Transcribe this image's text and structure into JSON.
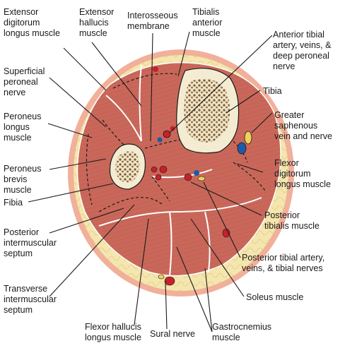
{
  "labels": {
    "extensor_digitorum": "Extensor\ndigitorum\nlongus muscle",
    "extensor_hallucis": "Extensor\nhallucis\nmuscle",
    "interosseous": "Interosseous\nmembrane",
    "tibialis_anterior": "Tibialis\nanterior\nmuscle",
    "anterior_tibial_artery": "Anterior tibial\nartery, veins, &\ndeep peroneal\nnerve",
    "superficial_peroneal": "Superficial\nperoneal\nnerve",
    "tibia": "Tibia",
    "peroneus_longus": "Peroneus\nlongus\nmuscle",
    "greater_saphenous": "Greater\nsaphenous\nvein and nerve",
    "peroneus_brevis": "Peroneus\nbrevis\nmuscle",
    "flexor_digitorum": "Flexor\ndigitorum\nlongus muscle",
    "fibia": "Fibia",
    "posterior_tibialis": "Posterior\ntibialis muscle",
    "posterior_septum": "Posterior\nintermuscular\nseptum",
    "posterior_tibial_artery": "Posterior tibial artery,\nveins, & tibial nerves",
    "transverse_septum": "Transverse\nintermuscular\nseptum",
    "soleus": "Soleus muscle",
    "flexor_hallucis": "Flexor hallucis\nlongus muscle",
    "sural": "Sural nerve",
    "gastrocnemius": "Gastrocnemius\nmuscle"
  },
  "colors": {
    "skin": "#f1b09a",
    "fat": "#f4e6ae",
    "muscle": "#c9685a",
    "bone": "#f4ecd2",
    "marrow": "#7a5a3a",
    "artery": "#c8202a",
    "vein": "#1f5aa8",
    "nerve": "#f0d25a"
  }
}
